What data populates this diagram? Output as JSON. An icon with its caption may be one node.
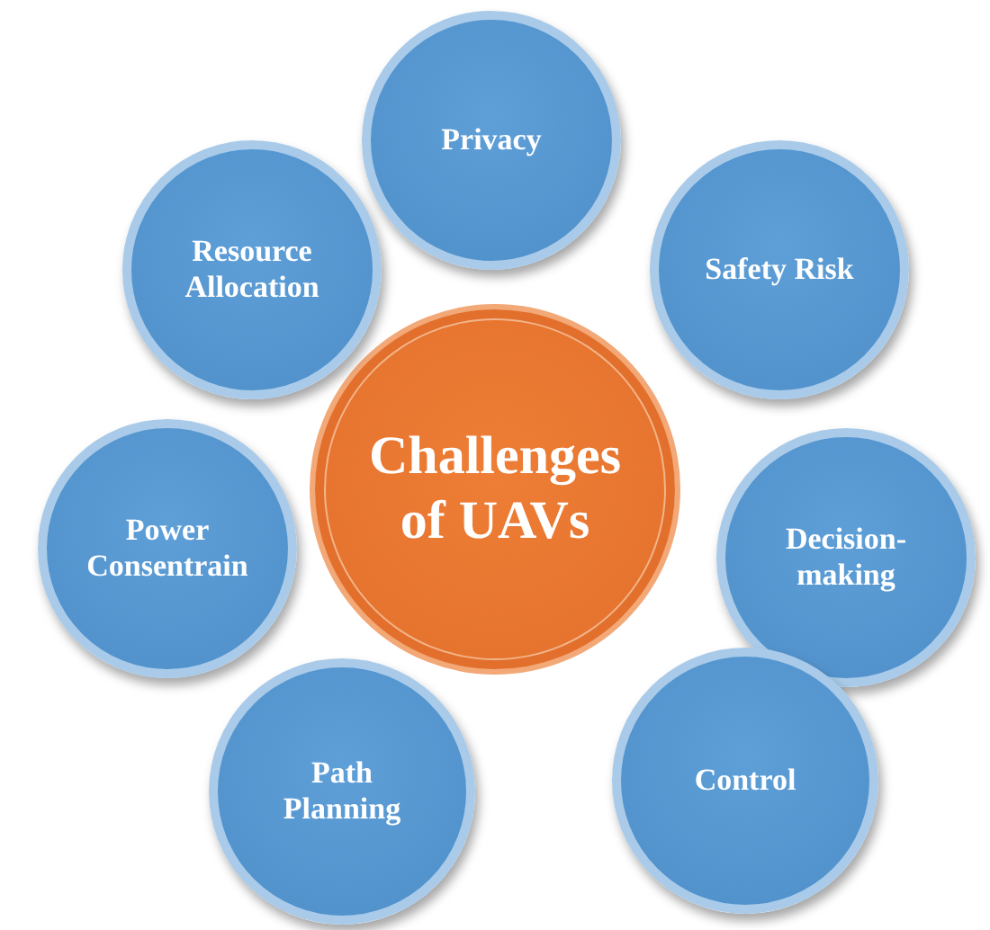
{
  "diagram": {
    "nodes": [
      {
        "text": [
          "Challenges of UAVs"
        ]
      },
      {
        "text": [
          "Privacy"
        ]
      },
      {
        "text": [
          "Safety Risk"
        ]
      },
      {
        "text": [
          "Decision-making"
        ]
      },
      {
        "text": [
          "Control"
        ]
      },
      {
        "text": [
          "Path Planning"
        ]
      },
      {
        "text": [
          "Power Consentrain"
        ]
      },
      {
        "text": [
          "Resource Allocation"
        ]
      }
    ]
  }
}
